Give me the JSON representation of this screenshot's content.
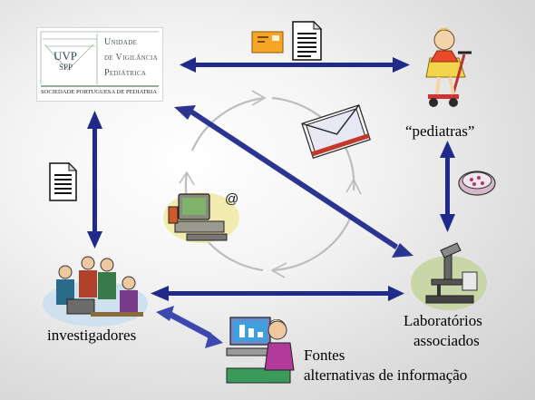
{
  "logo": {
    "acronym": "UVP",
    "sub_acronym": "SPP",
    "name_line1": "Unidade",
    "name_line2": "de Vigilância",
    "name_line3": "Pediátrica",
    "society": "SOCIEDADE PORTUGUESA DE PEDIATRIA"
  },
  "nodes": {
    "pediatras": "“pediatras”",
    "investigadores": "investigadores",
    "laboratorios_line1": "Laboratórios",
    "laboratorios_line2": "associados",
    "fontes_line1": "Fontes",
    "fontes_line2": "alternativas de informação"
  },
  "colors": {
    "arrow": "#1f2a8a",
    "arrow_light": "#3f52b5",
    "cycle": "#bdbdbd"
  },
  "icons": [
    "envelope-icon",
    "document-icon",
    "child-scooter-icon",
    "letters-icon",
    "computer-email-icon",
    "petri-dish-icon",
    "team-icon",
    "microscope-icon",
    "woman-computer-icon"
  ]
}
